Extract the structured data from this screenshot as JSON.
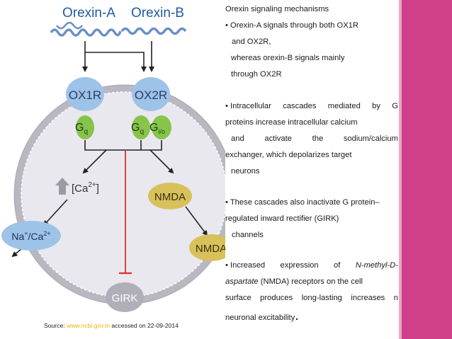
{
  "diagram": {
    "orexin_a": "Orexin-A",
    "orexin_b": "Orexin-B",
    "ox1r": "OX1R",
    "ox2r": "OX2R",
    "gq1": "G",
    "gq1_sub": "q",
    "gq2": "G",
    "gq2_sub": "q",
    "gio": "G",
    "gio_sub": "i/o",
    "ca_label_pre": "[Ca",
    "ca_label_sup": "2+",
    "ca_label_post": "]",
    "nmda_inner": "NMDA",
    "nmda_outer": "NMDA",
    "na_ca_pre": "Na",
    "na_ca_sup1": "+",
    "na_ca_mid": "/Ca",
    "na_ca_sup2": "2+",
    "girk": "GIRK"
  },
  "text": {
    "title": "Orexin signaling mechanisms",
    "line1": "• Orexin-A signals through both OX1R",
    "line2": "and OX2R,",
    "line3": "whereas orexin-B signals mainly",
    "line4": "through OX2R",
    "line5": [
      "• Intracellular",
      "cascades",
      "mediated",
      "by",
      "G"
    ],
    "line6": "proteins increase intracellular calcium",
    "line7": [
      "and",
      "activate",
      "the",
      "sodium/calcium"
    ],
    "line8": "exchanger, which depolarizes target",
    "line9": "neurons",
    "line10": "• These cascades also inactivate G protein–",
    "line11": "regulated inward rectifier (GIRK)",
    "line12": "channels",
    "line13": [
      "• Increased",
      "expression",
      "of",
      "N-methyl-D-"
    ],
    "line14": "aspartate",
    "line14_rest": " (NMDA) receptors on the cell",
    "line15": [
      "surface",
      "produces",
      "long-lasting",
      "increases",
      "n"
    ],
    "line16": "neuronal excitability",
    "line16_end": "."
  },
  "source": {
    "prefix": "Source: ",
    "link": "www.ncbi.gov.in",
    "suffix": " accessed on 22-09-2014"
  },
  "colors": {
    "receptor_blue": "#9ec3e8",
    "gprotein_green": "#86c44a",
    "nmda_khaki": "#d8c15a",
    "accent_strip": "#cf3f8a",
    "inhibit_red": "#d9332b",
    "title_blue": "#1f5aa6"
  }
}
